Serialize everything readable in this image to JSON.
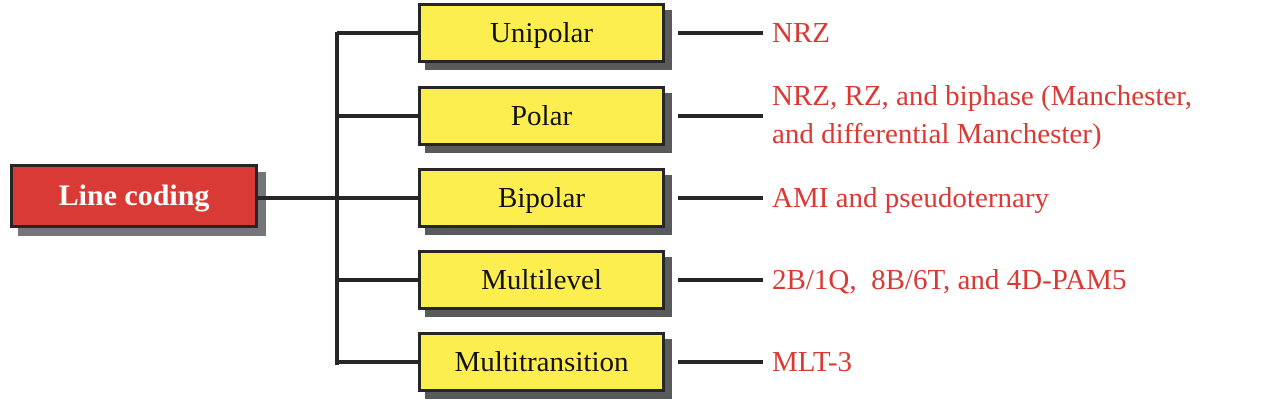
{
  "diagram": {
    "title": "Line coding schemes tree",
    "root": {
      "label": "Line coding"
    },
    "rows": [
      {
        "category": "Unipolar",
        "schemes": "NRZ"
      },
      {
        "category": "Polar",
        "schemes": "NRZ, RZ, and biphase (Manchester,\nand differential Manchester)"
      },
      {
        "category": "Bipolar",
        "schemes": "AMI and pseudoternary"
      },
      {
        "category": "Multilevel",
        "schemes": "2B/1Q,  8B/6T, and 4D-PAM5"
      },
      {
        "category": "Multitransition",
        "schemes": "MLT-3"
      }
    ],
    "colors": {
      "root_fill": "#da3a36",
      "root_text": "#ffffff",
      "category_fill": "#fcee4f",
      "category_text": "#111111",
      "scheme_text": "#d93a33",
      "line": "#262626",
      "node_shadow": "#595a5c",
      "root_shadow": "#75767a"
    }
  }
}
